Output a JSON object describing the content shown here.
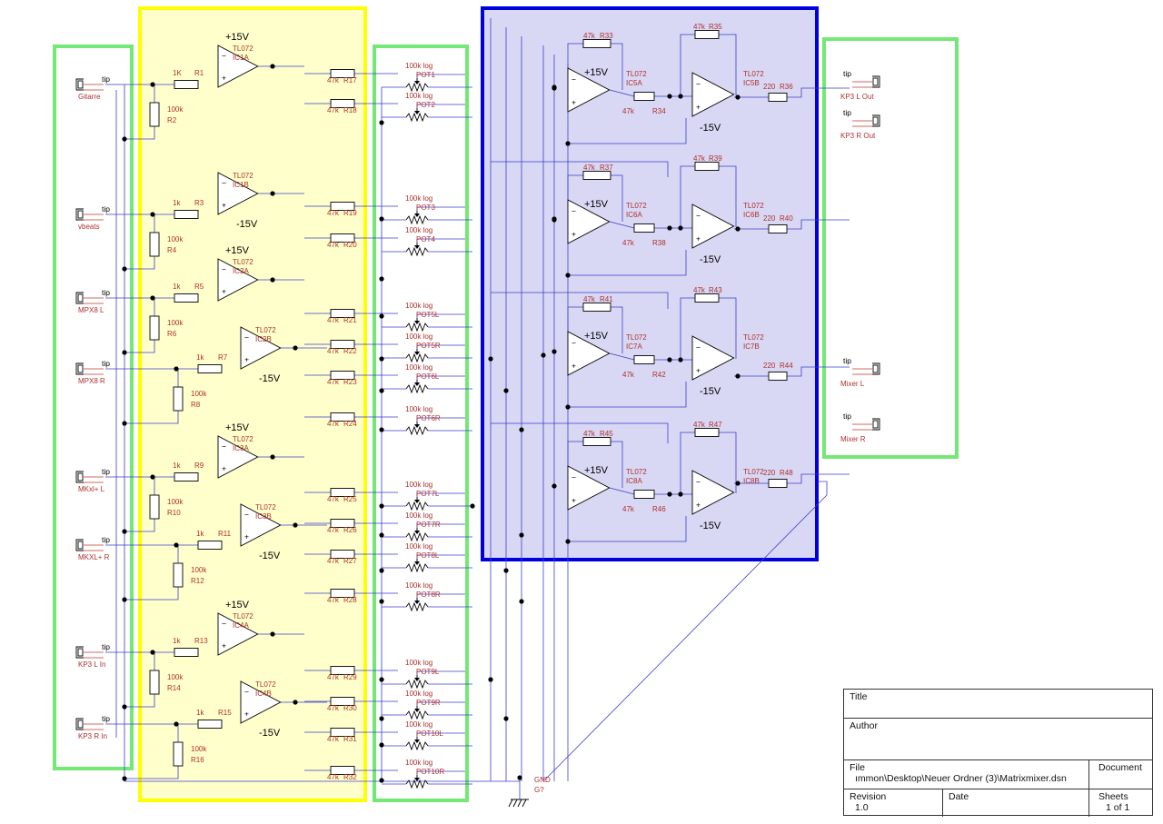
{
  "jacks": [
    {
      "id": "j1",
      "tip": "tip",
      "label": "Gitarre"
    },
    {
      "id": "j2",
      "tip": "tip",
      "label": "vbeats"
    },
    {
      "id": "j3",
      "tip": "tip",
      "label": "MPX8 L"
    },
    {
      "id": "j4",
      "tip": "tip",
      "label": "MPX8 R"
    },
    {
      "id": "j5",
      "tip": "tip",
      "label": "MKxl+ L"
    },
    {
      "id": "j6",
      "tip": "tip",
      "label": "MKXL+ R"
    },
    {
      "id": "j7",
      "tip": "tip",
      "label": "KP3 L In"
    },
    {
      "id": "j8",
      "tip": "tip",
      "label": "KP3 R In"
    },
    {
      "id": "o1",
      "tip": "tip",
      "label": "KP3 L Out"
    },
    {
      "id": "o2",
      "tip": "tip",
      "label": "KP3 R Out"
    },
    {
      "id": "o3",
      "tip": "tip",
      "label": "Mixer L"
    },
    {
      "id": "o4",
      "tip": "tip",
      "label": "Mixer R"
    }
  ],
  "input_series_resistors": [
    {
      "value": "1K",
      "ref": "R1"
    },
    {
      "value": "1k",
      "ref": "R3"
    },
    {
      "value": "1k",
      "ref": "R5"
    },
    {
      "value": "1k",
      "ref": "R7"
    },
    {
      "value": "1k",
      "ref": "R9"
    },
    {
      "value": "1k",
      "ref": "R11"
    },
    {
      "value": "1k",
      "ref": "R13"
    },
    {
      "value": "1k",
      "ref": "R15"
    }
  ],
  "input_shunt_resistors": [
    {
      "value": "100k",
      "ref": "R2"
    },
    {
      "value": "100k",
      "ref": "R4"
    },
    {
      "value": "100k",
      "ref": "R6"
    },
    {
      "value": "100k",
      "ref": "R8"
    },
    {
      "value": "100k",
      "ref": "R10"
    },
    {
      "value": "100k",
      "ref": "R12"
    },
    {
      "value": "100k",
      "ref": "R14"
    },
    {
      "value": "100k",
      "ref": "R16"
    }
  ],
  "input_opamps": [
    {
      "part": "TL072",
      "ref": "IC1A",
      "supply": "+15V"
    },
    {
      "part": "TL072",
      "ref": "IC1B",
      "supply": "-15V"
    },
    {
      "part": "TL072",
      "ref": "IC2A",
      "supply": "+15V"
    },
    {
      "part": "TL072",
      "ref": "IC2B",
      "supply": "-15V"
    },
    {
      "part": "TL072",
      "ref": "IC3A",
      "supply": "+15V"
    },
    {
      "part": "TL072",
      "ref": "IC3B",
      "supply": "-15V"
    },
    {
      "part": "TL072",
      "ref": "IC4A",
      "supply": "+15V"
    },
    {
      "part": "TL072",
      "ref": "IC4B",
      "supply": "-15V"
    }
  ],
  "mix_resistors": [
    {
      "value": "47k",
      "ref": "R17"
    },
    {
      "value": "47k",
      "ref": "R18"
    },
    {
      "value": "47k",
      "ref": "R19"
    },
    {
      "value": "47k",
      "ref": "R20"
    },
    {
      "value": "47k",
      "ref": "R21"
    },
    {
      "value": "47k",
      "ref": "R22"
    },
    {
      "value": "47k",
      "ref": "R23"
    },
    {
      "value": "47k",
      "ref": "R24"
    },
    {
      "value": "47k",
      "ref": "R25"
    },
    {
      "value": "47k",
      "ref": "R26"
    },
    {
      "value": "47k",
      "ref": "R27"
    },
    {
      "value": "47k",
      "ref": "R28"
    },
    {
      "value": "47k",
      "ref": "R29"
    },
    {
      "value": "47k",
      "ref": "R30"
    },
    {
      "value": "47k",
      "ref": "R31"
    },
    {
      "value": "47k",
      "ref": "R32"
    }
  ],
  "pots": [
    {
      "value": "100k log",
      "ref": "POT1"
    },
    {
      "value": "100k log",
      "ref": "POT2"
    },
    {
      "value": "100k log",
      "ref": "POT3"
    },
    {
      "value": "100k log",
      "ref": "POT4"
    },
    {
      "value": "100k log",
      "ref": "POT5L"
    },
    {
      "value": "100k log",
      "ref": "POT5R"
    },
    {
      "value": "100k log",
      "ref": "POT6L"
    },
    {
      "value": "100k log",
      "ref": "POT6R"
    },
    {
      "value": "100k log",
      "ref": "POT7L"
    },
    {
      "value": "100k log",
      "ref": "POT7R"
    },
    {
      "value": "100k log",
      "ref": "POT8L"
    },
    {
      "value": "100k log",
      "ref": "POT8R"
    },
    {
      "value": "100k log",
      "ref": "POT9L"
    },
    {
      "value": "100k log",
      "ref": "POT9R"
    },
    {
      "value": "100k log",
      "ref": "POT10L"
    },
    {
      "value": "100k log",
      "ref": "POT10R"
    }
  ],
  "mixer_stages": [
    {
      "first": {
        "part": "TL072",
        "ref": "IC5A",
        "supply": "+15V"
      },
      "second": {
        "part": "TL072",
        "ref": "IC5B",
        "supply": "-15V"
      },
      "feedback1": {
        "value": "47k",
        "ref": "R33"
      },
      "link": {
        "value": "47k",
        "ref": "R34"
      },
      "feedback2": {
        "value": "47k",
        "ref": "R35"
      },
      "out": {
        "value": "220",
        "ref": "R36"
      }
    },
    {
      "first": {
        "part": "TL072",
        "ref": "IC6A",
        "supply": "+15V"
      },
      "second": {
        "part": "TL072",
        "ref": "IC6B",
        "supply": "-15V"
      },
      "feedback1": {
        "value": "47k",
        "ref": "R37"
      },
      "link": {
        "value": "47k",
        "ref": "R38"
      },
      "feedback2": {
        "value": "47k",
        "ref": "R39"
      },
      "out": {
        "value": "220",
        "ref": "R40"
      }
    },
    {
      "first": {
        "part": "TL072",
        "ref": "IC7A",
        "supply": "+15V"
      },
      "second": {
        "part": "TL072",
        "ref": "IC7B",
        "supply": "-15V"
      },
      "feedback1": {
        "value": "47k",
        "ref": "R41"
      },
      "link": {
        "value": "47k",
        "ref": "R42"
      },
      "feedback2": {
        "value": "47k",
        "ref": "R43"
      },
      "out": {
        "value": "220",
        "ref": "R44"
      }
    },
    {
      "first": {
        "part": "TL072",
        "ref": "IC8A",
        "supply": "+15V"
      },
      "second": {
        "part": "TL072",
        "ref": "IC8B",
        "supply": "-15V"
      },
      "feedback1": {
        "value": "47k",
        "ref": "R45"
      },
      "link": {
        "value": "47k",
        "ref": "R46"
      },
      "feedback2": {
        "value": "47k",
        "ref": "R47"
      },
      "out": {
        "value": "220",
        "ref": "R48"
      }
    }
  ],
  "ground": {
    "net": "GND",
    "ref": "G?"
  },
  "title_block": {
    "title_label": "Title",
    "author_label": "Author",
    "file_label": "File",
    "file_value": "ımmon\\Desktop\\Neuer Ordner (3)\\Matrixmixer.dsn",
    "document_label": "Document",
    "revision_label": "Revision",
    "revision_value": "1.0",
    "date_label": "Date",
    "sheets_label": "Sheets",
    "sheets_value": "1 of 1"
  },
  "colors": {
    "input_box": "#74e874",
    "buffer_box": "#ffff00",
    "buffer_fill": "#ffffcc",
    "mixer_box": "#0000dd",
    "mixer_fill": "#d8d8f4",
    "wire": "#3d3dcf",
    "label": "#b0302c"
  }
}
